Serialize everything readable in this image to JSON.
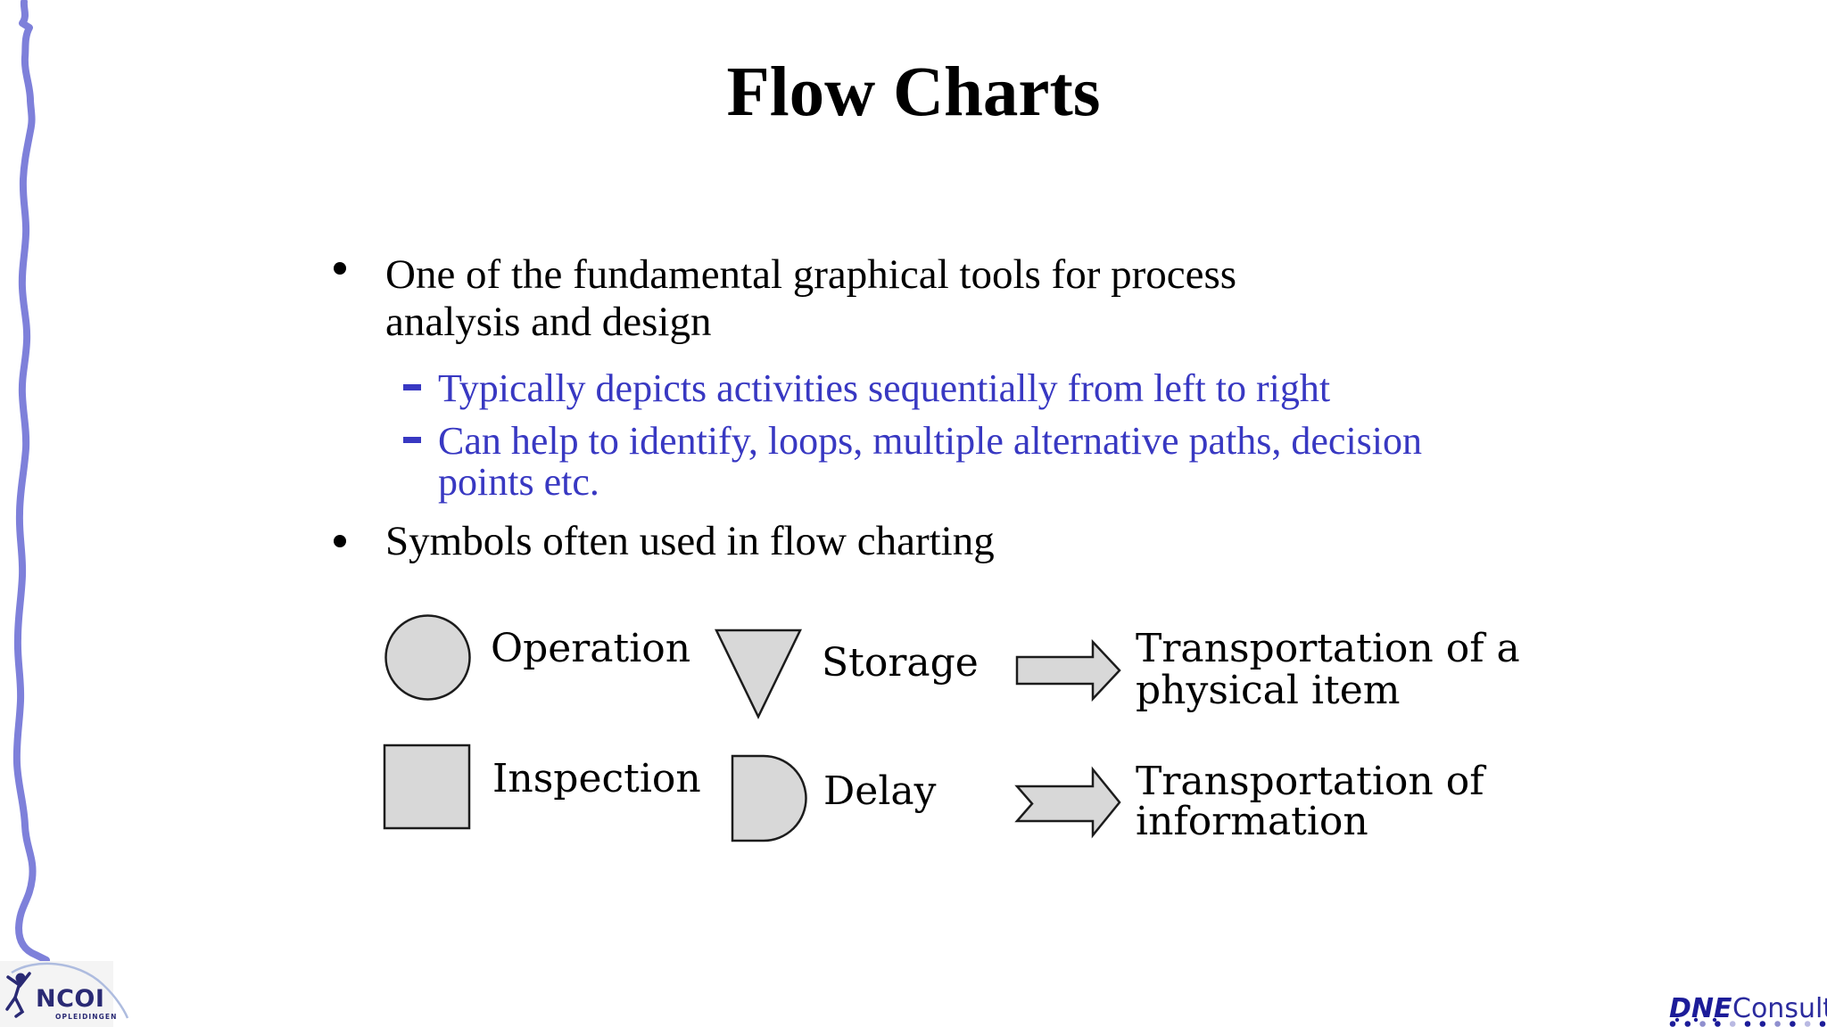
{
  "title": "Flow Charts",
  "bullets": {
    "b1": {
      "lines": [
        "One of the fundamental graphical tools for process",
        "analysis and design"
      ]
    },
    "sub1": {
      "lines": [
        "Typically depicts activities sequentially from left to right"
      ]
    },
    "sub2": {
      "lines": [
        "Can help to identify, loops, multiple alternative paths, decision",
        "points etc."
      ]
    },
    "b2": {
      "lines": [
        "Symbols often used in flow charting"
      ]
    }
  },
  "symbols": {
    "operation": {
      "icon": "circle-icon",
      "label": "Operation"
    },
    "storage": {
      "icon": "triangle-down-icon",
      "label": "Storage"
    },
    "transport_physical": {
      "icon": "block-arrow-right-icon",
      "lines": [
        "Transportation of a",
        "physical item"
      ]
    },
    "inspection": {
      "icon": "square-icon",
      "label": "Inspection"
    },
    "delay": {
      "icon": "half-disc-icon",
      "label": "Delay"
    },
    "transport_information": {
      "icon": "chevron-arrow-right-icon",
      "lines": [
        "Transportation of",
        "information"
      ]
    }
  },
  "logos": {
    "ncoi": {
      "name": "NCOI",
      "subtitle": "OPLEIDINGEN"
    },
    "dne": {
      "brand": "DNE",
      "suffix": "Consult"
    }
  },
  "colors": {
    "text_black": "#000000",
    "accent_blue": "#3838c2",
    "wavy_line": "#7e80da",
    "shape_fill": "#d8d8d8",
    "shape_stroke": "#1c1c1c",
    "ncoi_navy": "#2a2a74",
    "ncoi_arc": "#aebcdf",
    "dne_navy": "#1c1c99",
    "dne_consult": "#2b2b9e",
    "dot_light1": "#8f8fce",
    "dot_light2": "#b9b9e2",
    "logo_bg": "#f4f4f4",
    "page_bg": "#ffffff"
  }
}
